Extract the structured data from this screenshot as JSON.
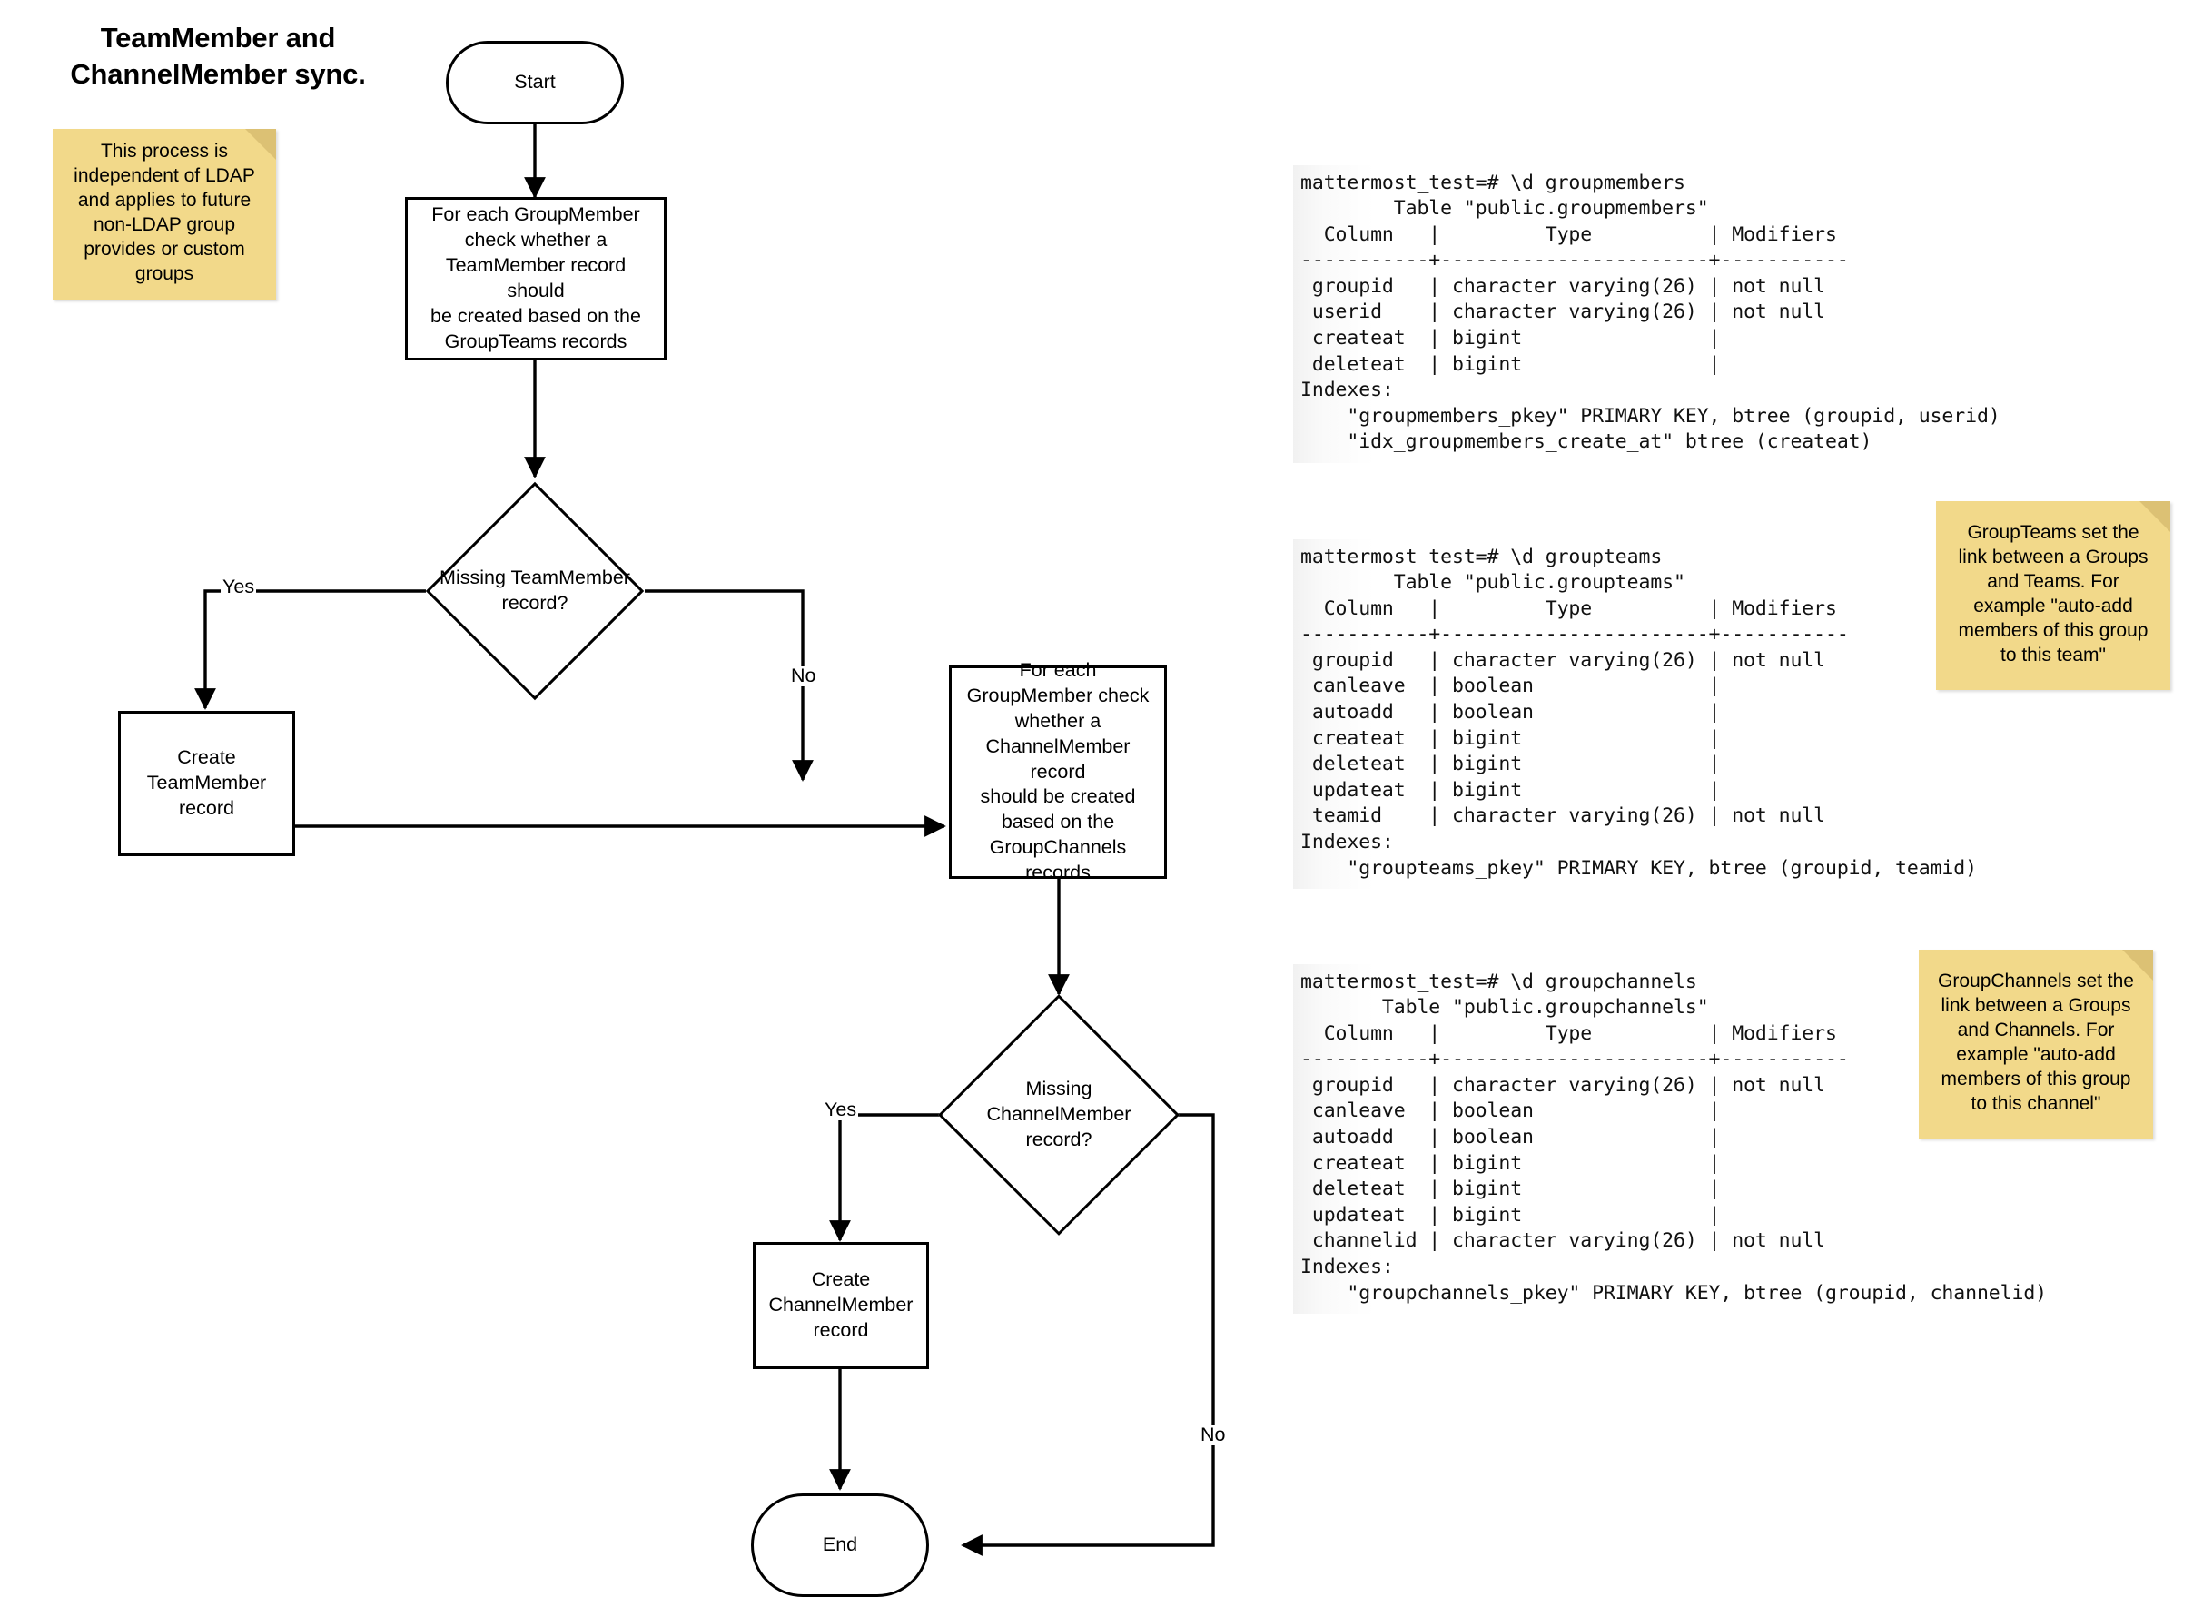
{
  "diagram": {
    "title": "TeamMember and\nChannelMember sync.",
    "nodes": {
      "start": "Start",
      "process_teammember": "For each GroupMember\ncheck whether a\nTeamMember record should\nbe created based on the\nGroupTeams records",
      "decision_teammember": "Missing TeamMember\nrecord?",
      "create_teammember": "Create\nTeamMember\nrecord",
      "process_channelmember": "For each\nGroupMember check\nwhether a\nChannelMember record\nshould be created\nbased on the\nGroupChannels\nrecords",
      "decision_channelmember": "Missing\nChannelMember\nrecord?",
      "create_channelmember": "Create\nChannelMember\nrecord",
      "end": "End"
    },
    "edge_labels": {
      "teammember_yes": "Yes",
      "teammember_no": "No",
      "channelmember_yes": "Yes",
      "channelmember_no": "No"
    }
  },
  "notes": {
    "ldap": "This process is\nindependent of LDAP\nand applies to future\nnon-LDAP group\nprovides or custom\ngroups",
    "groupteams": "GroupTeams set the\nlink between a Groups\nand Teams. For\nexample \"auto-add\nmembers of this group\nto this team\"",
    "groupchannels": "GroupChannels set the\nlink between a Groups\nand Channels. For\nexample \"auto-add\nmembers of this group\nto this channel\""
  },
  "terminals": {
    "groupmembers": "mattermost_test=# \\d groupmembers\n        Table \"public.groupmembers\"\n  Column   |         Type          | Modifiers\n-----------+-----------------------+-----------\n groupid   | character varying(26) | not null\n userid    | character varying(26) | not null\n createat  | bigint                |\n deleteat  | bigint                |\nIndexes:\n    \"groupmembers_pkey\" PRIMARY KEY, btree (groupid, userid)\n    \"idx_groupmembers_create_at\" btree (createat)",
    "groupteams": "mattermost_test=# \\d groupteams\n        Table \"public.groupteams\"\n  Column   |         Type          | Modifiers\n-----------+-----------------------+-----------\n groupid   | character varying(26) | not null\n canleave  | boolean               |\n autoadd   | boolean               |\n createat  | bigint                |\n deleteat  | bigint                |\n updateat  | bigint                |\n teamid    | character varying(26) | not null\nIndexes:\n    \"groupteams_pkey\" PRIMARY KEY, btree (groupid, teamid)",
    "groupchannels": "mattermost_test=# \\d groupchannels\n       Table \"public.groupchannels\"\n  Column   |         Type          | Modifiers\n-----------+-----------------------+-----------\n groupid   | character varying(26) | not null\n canleave  | boolean               |\n autoadd   | boolean               |\n createat  | bigint                |\n deleteat  | bigint                |\n updateat  | bigint                |\n channelid | character varying(26) | not null\nIndexes:\n    \"groupchannels_pkey\" PRIMARY KEY, btree (groupid, channelid)"
  },
  "colors": {
    "note_fill": "#f2d98a",
    "note_fold": "#dcc174",
    "stroke": "#000000",
    "node_fill": "#ffffff"
  }
}
